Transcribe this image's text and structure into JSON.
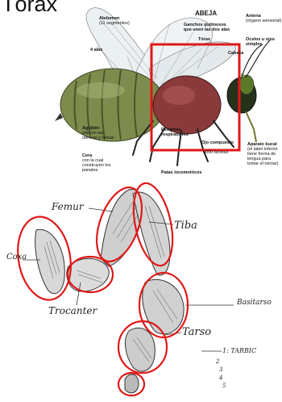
{
  "page_title": "Tórax",
  "bee_diagram": {
    "heading": "ABEJA",
    "labels": {
      "abdomen": "Abdomen",
      "abdomen_sub": "(11 segmentos)",
      "wings": "4 alas",
      "chitin": "Ganchos quitinosos que unen las dos alas",
      "thorax": "Tórax",
      "head": "Cabeza",
      "antenna": "Antena",
      "antenna_sub": "(órgano sensorial)",
      "ocelli": "Ocelos u ojos simples",
      "sting": "Aguijón:",
      "sting_sub": "sólo en las obreras y reinas",
      "wax": "Cera",
      "wax_sub": "con la cual construyen los panales",
      "stigmata": "Estigmas respiratorios",
      "compound_eye": "Ojo compuesto",
      "compound_eye_sub": "6000 facetas",
      "mouth": "Aparato bucal",
      "mouth_sub": "(el labio inferior tiene forma de lengua para tomar el néctar)",
      "legs": "Patas locomotrices"
    }
  },
  "leg_diagram": {
    "labels": {
      "femur": "Femur",
      "tibia": "Tiba",
      "coxa": "Coxa",
      "trochanter": "Trocanter",
      "basitarso": "Basitarso",
      "tarso": "Tarso",
      "tarsomere": "1: TARBIC",
      "n2": "2",
      "n3": "3",
      "n4": "4",
      "n5": "5"
    }
  },
  "colors": {
    "highlight": "#e01818",
    "thorax_fill": "#8a3a3a",
    "abdomen_fill": "#7a8a4a",
    "ink": "#333333"
  }
}
